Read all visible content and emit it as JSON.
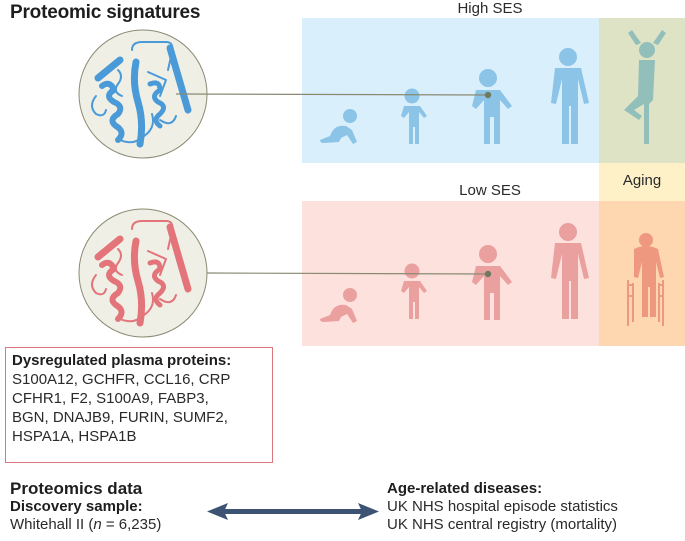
{
  "title": "Proteomic signatures",
  "panels": {
    "high_ses": {
      "label": "High SES",
      "bg": "#daeffc",
      "figure_color": "#8cc4e8"
    },
    "low_ses": {
      "label": "Low SES",
      "bg": "#fde1dd",
      "figure_color": "#eba0a0"
    },
    "aging": {
      "label": "Aging",
      "label_bg": "#fef0c7",
      "top_bg": "#dfe3c6",
      "bottom_bg": "#fed7b0",
      "top_figure": "yoga-tree-pose",
      "top_figure_color": "#93bfbb",
      "bottom_figure": "elderly-with-walker",
      "bottom_figure_color": "#ef9880"
    }
  },
  "life_stages": [
    "infant",
    "toddler",
    "adolescent",
    "adult"
  ],
  "protein_structures": {
    "top_color": "#4a9ad8",
    "bottom_color": "#e2747a",
    "circle_fill": "#f0efe6",
    "circle_stroke": "#8a8a72"
  },
  "dysregulated": {
    "header": "Dysregulated plasma proteins:",
    "lines": [
      "S100A12, GCHFR, CCL16, CRP",
      "CFHR1, F2, S100A9, FABP3,",
      "BGN, DNAJB9, FURIN, SUMF2,",
      "HSPA1A, HSPA1B"
    ],
    "border_color": "#d9797d"
  },
  "proteomics": {
    "heading": "Proteomics data",
    "subheading": "Discovery sample:",
    "sample_prefix": "Whitehall II (",
    "sample_n": "n",
    "sample_suffix": " = 6,235)"
  },
  "diseases": {
    "heading": "Age-related diseases:",
    "lines": [
      "UK NHS hospital episode statistics",
      "UK NHS central registry (mortality)"
    ]
  },
  "arrow_color": "#3d5374"
}
